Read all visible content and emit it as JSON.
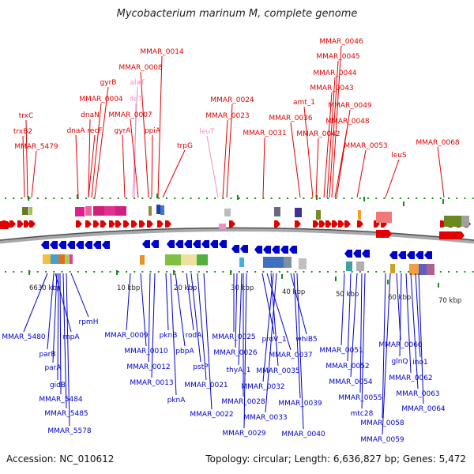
{
  "title": "Mycobacterium marinum M, complete genome",
  "footer": {
    "accession_label": "Accession:",
    "accession": "NC_010612",
    "topology_label": "Topology:",
    "topology": "circular",
    "length_label": "Length:",
    "length": "6,636,827 bp",
    "genes_label": "Genes:",
    "genes": "5,472"
  },
  "colors": {
    "forward": "#e00000",
    "reverse": "#0000cc",
    "rna": "#f090c0",
    "ruler": "#1a8a1a",
    "backbone": "#808080"
  },
  "kbp_ticks": [
    {
      "kbp": 6630,
      "label": "6630 kbp"
    },
    {
      "kbp": 10,
      "label": "10 kbp"
    },
    {
      "kbp": 20,
      "label": "20 kbp"
    },
    {
      "kbp": 30,
      "label": "30 kbp"
    },
    {
      "kbp": 40,
      "label": "40 kbp"
    },
    {
      "kbp": 50,
      "label": "50 kbp"
    },
    {
      "kbp": 60,
      "label": "60 kbp"
    },
    {
      "kbp": 70,
      "label": "70 kbp"
    }
  ],
  "forward_labels": [
    {
      "text": "MMAR_0046",
      "strand": "forward"
    },
    {
      "text": "MMAR_0045",
      "strand": "forward"
    },
    {
      "text": "MMAR_0044",
      "strand": "forward"
    },
    {
      "text": "MMAR_0043",
      "strand": "forward"
    },
    {
      "text": "MMAR_0049",
      "strand": "forward"
    },
    {
      "text": "MMAR_0048",
      "strand": "forward"
    },
    {
      "text": "MMAR_0053",
      "strand": "forward"
    },
    {
      "text": "MMAR_0068",
      "strand": "forward"
    },
    {
      "text": "leuS",
      "strand": "forward"
    },
    {
      "text": "MMAR_0042",
      "strand": "forward"
    },
    {
      "text": "amt_1",
      "strand": "forward"
    },
    {
      "text": "MMAR_0036",
      "strand": "forward"
    },
    {
      "text": "MMAR_0031",
      "strand": "forward"
    },
    {
      "text": "MMAR_0024",
      "strand": "forward"
    },
    {
      "text": "MMAR_0023",
      "strand": "forward"
    },
    {
      "text": "leuT",
      "strand": "rna"
    },
    {
      "text": "trpG",
      "strand": "forward"
    },
    {
      "text": "MMAR_0014",
      "strand": "forward"
    },
    {
      "text": "MMAR_0008",
      "strand": "forward"
    },
    {
      "text": "alaT",
      "strand": "rna"
    },
    {
      "text": "ileT",
      "strand": "rna"
    },
    {
      "text": "gyrB",
      "strand": "forward"
    },
    {
      "text": "MMAR_0004",
      "strand": "forward"
    },
    {
      "text": "MMAR_0007",
      "strand": "forward"
    },
    {
      "text": "dnaN",
      "strand": "forward"
    },
    {
      "text": "dnaA",
      "strand": "forward"
    },
    {
      "text": "recF",
      "strand": "forward"
    },
    {
      "text": "gyrA",
      "strand": "forward"
    },
    {
      "text": "ppiA",
      "strand": "forward"
    },
    {
      "text": "trxC",
      "strand": "forward"
    },
    {
      "text": "trxB2",
      "strand": "forward"
    },
    {
      "text": "MMAR_5479",
      "strand": "forward"
    }
  ],
  "reverse_labels": [
    {
      "text": "rpmH"
    },
    {
      "text": "MMAR_5480"
    },
    {
      "text": "parB"
    },
    {
      "text": "rnpA"
    },
    {
      "text": "parA"
    },
    {
      "text": "gidB"
    },
    {
      "text": "MMAR_5484"
    },
    {
      "text": "MMAR_5485"
    },
    {
      "text": "MMAR_5578"
    },
    {
      "text": "MMAR_0009"
    },
    {
      "text": "MMAR_0010"
    },
    {
      "text": "MMAR_0012"
    },
    {
      "text": "MMAR_0013"
    },
    {
      "text": "pknB"
    },
    {
      "text": "pknA"
    },
    {
      "text": "pbpA"
    },
    {
      "text": "rodA"
    },
    {
      "text": "pstP"
    },
    {
      "text": "MMAR_0021"
    },
    {
      "text": "MMAR_0022"
    },
    {
      "text": "MMAR_0025"
    },
    {
      "text": "MMAR_0026"
    },
    {
      "text": "thyA_1"
    },
    {
      "text": "MMAR_0028"
    },
    {
      "text": "MMAR_0029"
    },
    {
      "text": "proV_1"
    },
    {
      "text": "MMAR_0037"
    },
    {
      "text": "MMAR_0035"
    },
    {
      "text": "MMAR_0032"
    },
    {
      "text": "MMAR_0033"
    },
    {
      "text": "whiB5"
    },
    {
      "text": "MMAR_0039"
    },
    {
      "text": "MMAR_0040"
    },
    {
      "text": "MMAR_0051"
    },
    {
      "text": "MMAR_0052"
    },
    {
      "text": "MMAR_0054"
    },
    {
      "text": "MMAR_0055"
    },
    {
      "text": "mtc28"
    },
    {
      "text": "MMAR_0058"
    },
    {
      "text": "MMAR_0059"
    },
    {
      "text": "MMAR_0060"
    },
    {
      "text": "glnQ"
    },
    {
      "text": "ino1"
    },
    {
      "text": "MMAR_0062"
    },
    {
      "text": "MMAR_0063"
    },
    {
      "text": "MMAR_0064"
    }
  ]
}
